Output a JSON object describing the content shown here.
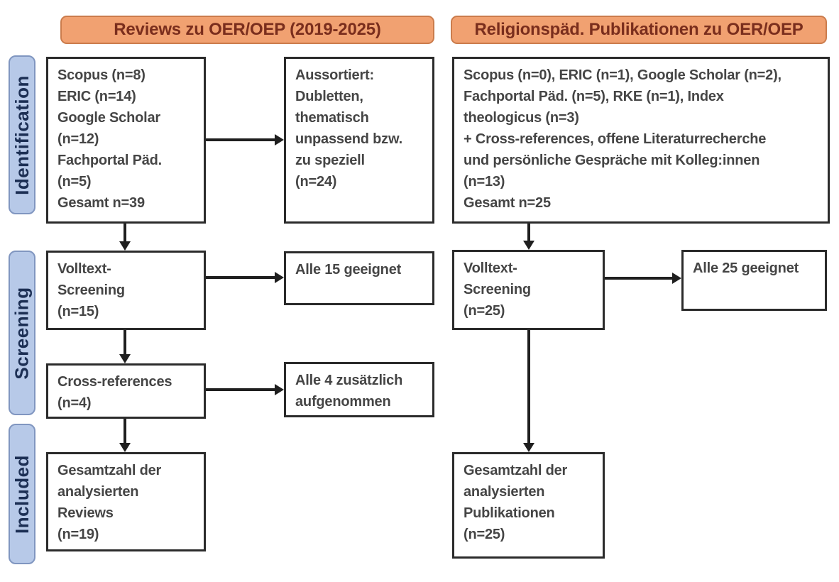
{
  "colors": {
    "background": "#FFFFFF",
    "header_fill": "#F1A171",
    "header_border": "#CB7C4C",
    "header_text": "#7A2E1D",
    "stage_fill": "#B7C9E8",
    "stage_border": "#8096C0",
    "stage_text": "#1C2F54",
    "box_border": "#2B2B2B",
    "box_text": "#454545",
    "arrow": "#1F1F1F"
  },
  "headers": {
    "left": "Reviews zu OER/OEP (2019-2025)",
    "right": "Religionspäd. Publikationen zu OER/OEP"
  },
  "stages": {
    "identification": "Identification",
    "screening": "Screening",
    "included": "Included"
  },
  "boxes": {
    "left_sources": {
      "lines": [
        "Scopus (n=8)",
        "ERIC (n=14)",
        "Google Scholar",
        "(n=12)",
        "Fachportal Päd.",
        "(n=5)",
        "Gesamt n=39"
      ]
    },
    "left_excluded": {
      "lines": [
        "Aussortiert:",
        "Dubletten,",
        "thematisch",
        "unpassend bzw.",
        "zu speziell",
        "(n=24)"
      ]
    },
    "left_fulltext": {
      "lines": [
        "Volltext-",
        "Screening",
        "(n=15)"
      ]
    },
    "left_fulltext_result": {
      "lines": [
        "Alle 15 geeignet"
      ]
    },
    "left_crossref": {
      "lines": [
        "Cross-references",
        "(n=4)"
      ]
    },
    "left_crossref_result": {
      "lines": [
        "Alle 4 zusätzlich",
        "aufgenommen"
      ]
    },
    "left_included": {
      "lines": [
        "Gesamtzahl der",
        "analysierten",
        "Reviews",
        "(n=19)"
      ]
    },
    "right_sources": {
      "lines": [
        "Scopus (n=0), ERIC (n=1), Google Scholar (n=2),",
        "Fachportal Päd. (n=5), RKE (n=1), Index",
        "theologicus (n=3)",
        "+ Cross-references, offene Literaturrecherche",
        "und persönliche Gespräche mit Kolleg:innen",
        "(n=13)",
        "Gesamt n=25"
      ]
    },
    "right_fulltext": {
      "lines": [
        "Volltext-",
        "Screening",
        "(n=25)"
      ]
    },
    "right_fulltext_result": {
      "lines": [
        "Alle 25 geeignet"
      ]
    },
    "right_included": {
      "lines": [
        "Gesamtzahl der",
        "analysierten",
        "Publikationen",
        "(n=25)"
      ]
    }
  }
}
